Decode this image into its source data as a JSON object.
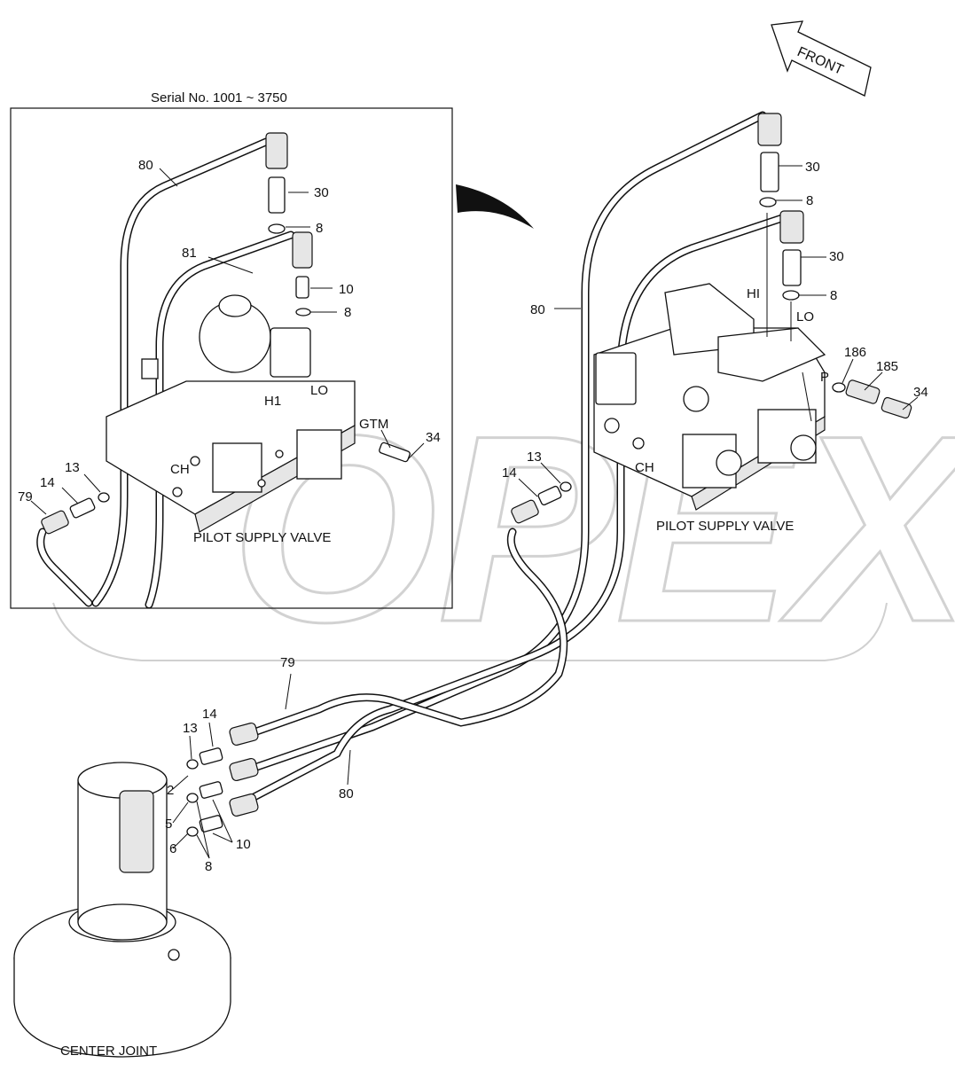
{
  "serial_note": "Serial No. 1001 ~ 3750",
  "front_label": "FRONT",
  "inset_labels": {
    "hose_80": "80",
    "hose_81": "81",
    "fitting_30": "30",
    "oring_8a": "8",
    "fitting_10": "10",
    "oring_8b": "8",
    "port_h1": "H1",
    "port_lo": "LO",
    "port_gtm": "GTM",
    "fitting_34": "34",
    "oring_13": "13",
    "fitting_14": "14",
    "hose_79": "79",
    "port_ch": "CH",
    "valve_name": "PILOT SUPPLY VALVE"
  },
  "main_labels": {
    "fitting_30a": "30",
    "oring_8a": "8",
    "fitting_30b": "30",
    "oring_8b": "8",
    "port_hi": "HI",
    "port_lo": "LO",
    "hose_80": "80",
    "fitting_186": "186",
    "fitting_185": "185",
    "fitting_34": "34",
    "port_p": "P",
    "oring_13": "13",
    "fitting_14": "14",
    "port_ch": "CH",
    "valve_name": "PILOT SUPPLY VALVE"
  },
  "joint_labels": {
    "hose_79": "79",
    "fitting_14": "14",
    "oring_13": "13",
    "port_2": "2",
    "port_5": "5",
    "port_6": "6",
    "oring_8": "8",
    "fitting_10": "10",
    "hose_80": "80",
    "center_joint": "CENTER JOINT"
  },
  "watermark": "OPEX"
}
